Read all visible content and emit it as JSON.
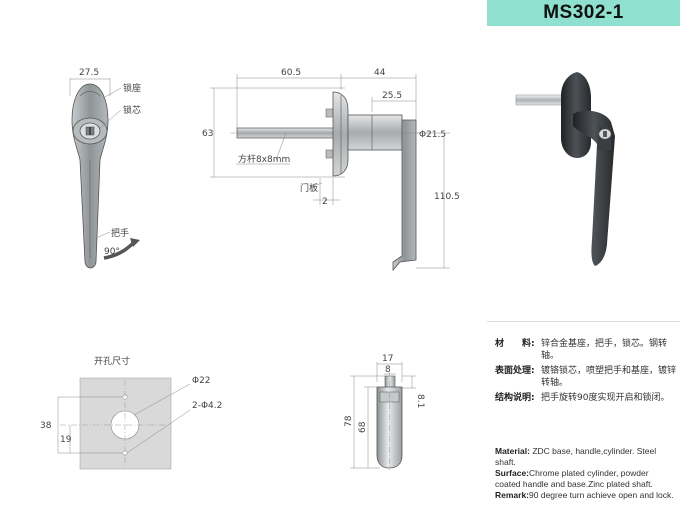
{
  "product": {
    "model": "MS302-1"
  },
  "drawing": {
    "front_view": {
      "width_label": "27.5",
      "base_label": "锁座",
      "core_label": "锁芯",
      "handle_label": "把手",
      "rotation_label": "90°"
    },
    "side_view": {
      "shaft_length": "60.5",
      "head_length": "44",
      "neck_length": "25.5",
      "height_label": "63",
      "diameter_label": "Φ21.5",
      "shaft_label": "方杆8x8mm",
      "panel_label": "门板",
      "panel_thickness": "2",
      "handle_length": "110.5"
    },
    "cutout_view": {
      "title": "开孔尺寸",
      "hole_diameter": "Φ22",
      "screw_holes": "2-Φ4.2",
      "spacing_outer": "38",
      "spacing_inner": "19"
    },
    "core_view": {
      "width_outer": "17",
      "width_inner": "8",
      "top_length": "8.1",
      "total_length": "78",
      "body_length": "68"
    }
  },
  "spec_cn": [
    {
      "key": "材　　料:",
      "value": "锌合金基座，把手，锁芯。钢转轴。"
    },
    {
      "key": "表面处理:",
      "value": "镀铬锁芯，喷塑把手和基座，镀锌转轴。"
    },
    {
      "key": "结构说明:",
      "value": "把手旋转90度实现开启和锁闭。"
    }
  ],
  "spec_en": [
    {
      "key": "Material:",
      "value": " ZDC base, handle,cylinder. Steel shaft."
    },
    {
      "key": "Surface:",
      "value": "Chrome plated cylinder, powder coated handle and base.Zinc plated shaft."
    },
    {
      "key": "Remark:",
      "value": "90 degree turn achieve open and lock."
    }
  ],
  "colors": {
    "title_bar": "#8fe0cf",
    "handle_gray": "#9ea3a6",
    "handle_dark": "#2a2d30"
  }
}
